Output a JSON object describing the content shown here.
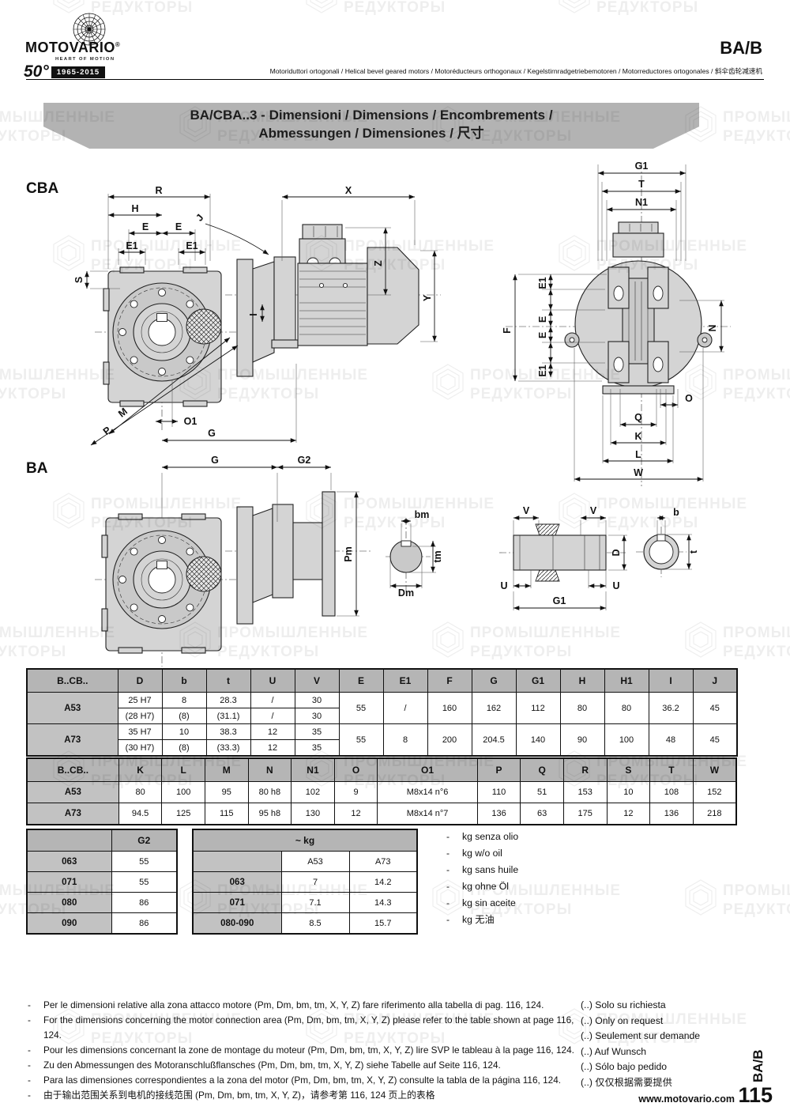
{
  "header": {
    "brand": "MOTOVARIO",
    "registered": "®",
    "tagline": "HEART OF MOTION",
    "anniversary_50": "50°",
    "anniversary_years": "1965-2015",
    "product_code": "BA/B",
    "subtitle": "Motoriduttori ortogonali / Helical bevel geared motors / Motoréducteurs orthogonaux / Kegelstirnradgetriebemotoren / Motorreductores ortogonales / 斜伞齿轮减速机"
  },
  "banner": {
    "line1": "BA/CBA..3 - Dimensioni / Dimensions / Encombrements /",
    "line2": "Abmessungen / Dimensiones / 尺寸"
  },
  "drawings": {
    "cba_title": "CBA",
    "ba_title": "BA",
    "labels": {
      "R": "R",
      "H": "H",
      "E": "E",
      "E1": "E1",
      "S": "S",
      "J": "J",
      "X": "X",
      "Z": "Z",
      "Y": "Y",
      "I": "I",
      "M": "M",
      "P": "P",
      "O1": "O1",
      "G": "G",
      "G1": "G1",
      "T": "T",
      "N1": "N1",
      "F": "F",
      "N": "N",
      "O": "O",
      "Q": "Q",
      "K": "K",
      "L": "L",
      "W": "W",
      "G2": "G2",
      "Pm": "Pm",
      "bm": "bm",
      "tm": "tm",
      "Dm": "Dm",
      "V": "V",
      "b": "b",
      "D": "D",
      "t": "t",
      "U": "U"
    }
  },
  "tables": {
    "dim1": {
      "headers": [
        "B..CB..",
        "D",
        "b",
        "t",
        "U",
        "V",
        "E",
        "E1",
        "F",
        "G",
        "G1",
        "H",
        "H1",
        "I",
        "J"
      ],
      "a53": {
        "model": "A53",
        "row1": [
          "25 H7",
          "8",
          "28.3",
          "/",
          "30"
        ],
        "row2": [
          "(28 H7)",
          "(8)",
          "(31.1)",
          "/",
          "30"
        ],
        "merged": [
          "55",
          "/",
          "160",
          "162",
          "112",
          "80",
          "80",
          "36.2",
          "45"
        ]
      },
      "a73": {
        "model": "A73",
        "row1": [
          "35 H7",
          "10",
          "38.3",
          "12",
          "35"
        ],
        "row2": [
          "(30 H7)",
          "(8)",
          "(33.3)",
          "12",
          "35"
        ],
        "merged": [
          "55",
          "8",
          "200",
          "204.5",
          "140",
          "90",
          "100",
          "48",
          "45"
        ]
      }
    },
    "dim2": {
      "headers": [
        "B..CB..",
        "K",
        "L",
        "M",
        "N",
        "N1",
        "O",
        "O1",
        "P",
        "Q",
        "R",
        "S",
        "T",
        "W"
      ],
      "rows": [
        [
          "A53",
          "80",
          "100",
          "95",
          "80 h8",
          "102",
          "9",
          "M8x14 n°6",
          "110",
          "51",
          "153",
          "10",
          "108",
          "152"
        ],
        [
          "A73",
          "94.5",
          "125",
          "115",
          "95 h8",
          "130",
          "12",
          "M8x14 n°7",
          "136",
          "63",
          "175",
          "12",
          "136",
          "218"
        ]
      ]
    },
    "g2": {
      "header": "G2",
      "rows": [
        [
          "063",
          "55"
        ],
        [
          "071",
          "55"
        ],
        [
          "080",
          "86"
        ],
        [
          "090",
          "86"
        ]
      ]
    },
    "kg": {
      "title": "~ kg",
      "cols": [
        "A53",
        "A73"
      ],
      "rows": [
        [
          "063",
          "7",
          "14.2"
        ],
        [
          "071",
          "7.1",
          "14.3"
        ],
        [
          "080-090",
          "8.5",
          "15.7"
        ]
      ]
    }
  },
  "notes": {
    "dash": "-",
    "kg": [
      "kg senza olio",
      "kg w/o oil",
      "kg sans huile",
      "kg ohne Öl",
      "kg sin aceite",
      "kg 无油"
    ],
    "bottom": [
      "Per le dimensioni relative alla zona attacco motore (Pm, Dm, bm, tm, X, Y, Z) fare riferimento alla tabella di pag. 116, 124.",
      "For the dimensions concerning the motor connection area (Pm, Dm, bm, tm, X, Y, Z) please refer to the table shown at page 116, 124.",
      "Pour les dimensions concernant la zone de montage du  moteur (Pm, Dm, bm, tm, X, Y, Z) lire SVP le tableau à la page 116, 124.",
      "Zu den Abmessungen des Motoranschlußflansches  (Pm, Dm, bm, tm, X, Y, Z) siehe Tabelle auf Seite 116, 124.",
      "Para las dimensiones correspondientes a la zona del motor (Pm, Dm, bm, tm, X, Y, Z) consulte la tabla de la página 116, 124.",
      "由于输出范围关系到电机的接线范围 (Pm, Dm, bm, tm, X, Y, Z)，请参考第 116, 124 页上的表格"
    ],
    "request": [
      "(..) Solo su richiesta",
      "(..) Only on request",
      "(..) Seulement sur demande",
      "(..) Auf Wunsch",
      "(..) Sólo bajo pedido",
      "(..) 仅仅根据需要提供"
    ]
  },
  "footer": {
    "website": "www.motovario.com",
    "page": "115",
    "side_code": "BA/B"
  },
  "watermark": {
    "line1": "ПРОМЫШЛЕННЫЕ",
    "line2": "РЕДУКТОРЫ"
  },
  "colors": {
    "table_header_bg": "#b5b5b5",
    "model_cell_bg": "#c2c2c2",
    "banner_bg": "#b3b3b3",
    "drawing_fill": "#d4d4d4",
    "line": "#111111"
  }
}
